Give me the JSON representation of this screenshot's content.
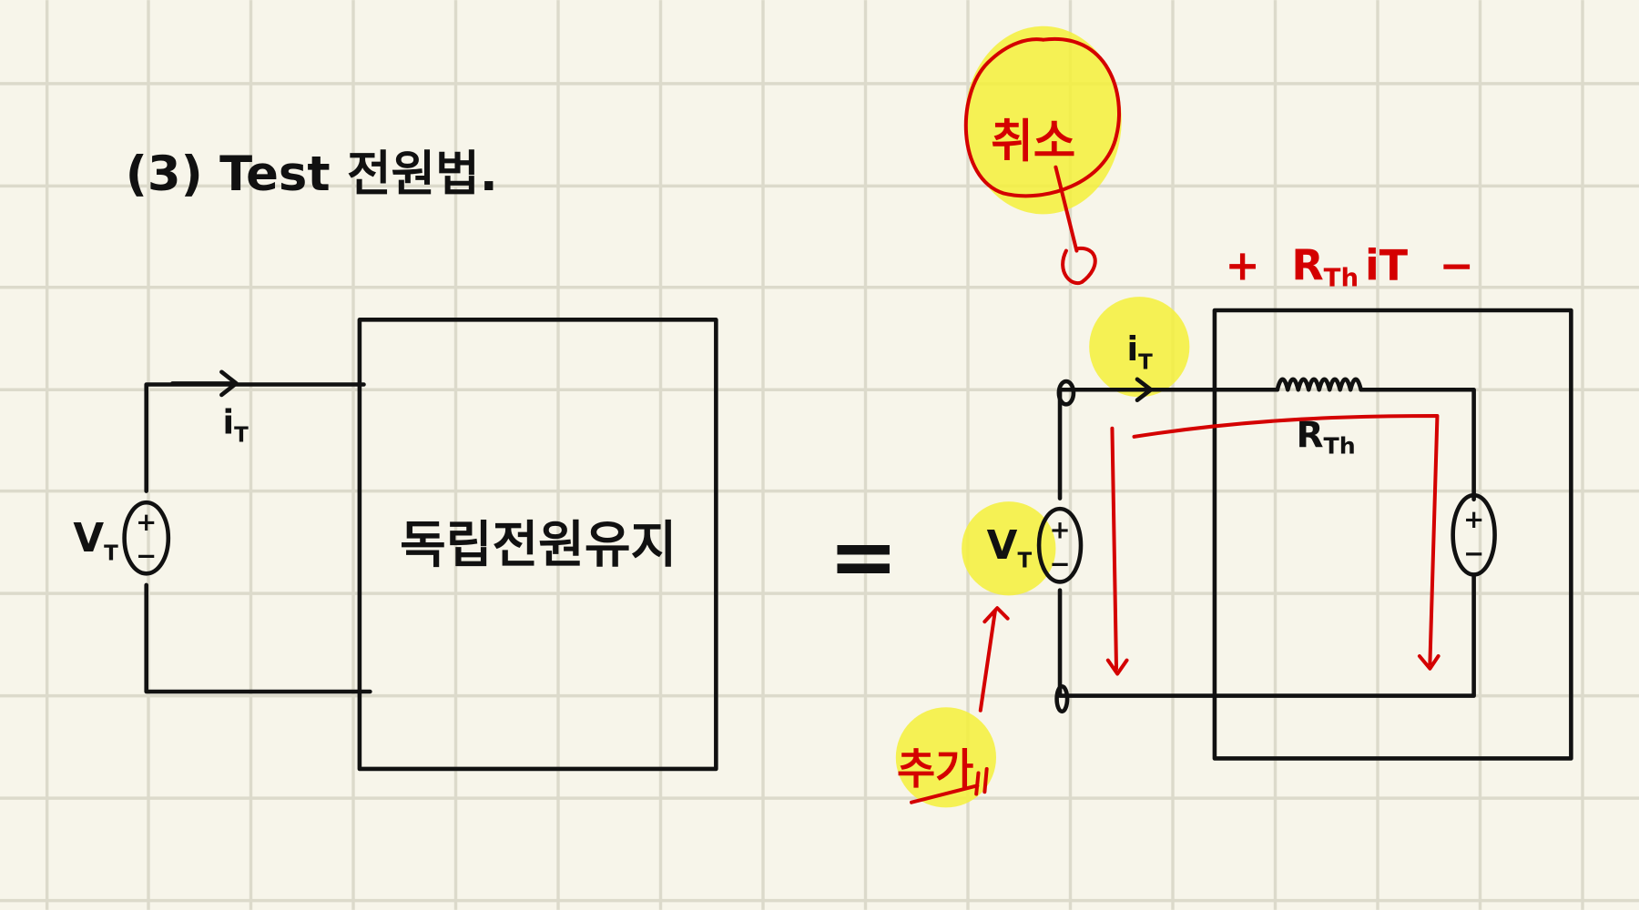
{
  "title": "(3) Test 전원법.",
  "left_circuit": {
    "source_label": "V",
    "source_sub": "T",
    "current_label": "i",
    "current_sub": "T",
    "box_label": "독립전원유지",
    "plus": "+",
    "minus": "−"
  },
  "equals": "=",
  "right_circuit": {
    "source_label": "V",
    "source_sub": "T",
    "current_label": "i",
    "current_sub": "T",
    "resistor_label": "R",
    "resistor_sub": "Th",
    "voltage_drop": {
      "plus": "+",
      "label": "R",
      "sub": "Th",
      "tail": "iT",
      "minus": "−"
    },
    "plus": "+",
    "minus": "−"
  },
  "annotations": {
    "remove": "취소",
    "add": "추가"
  },
  "colors": {
    "ink": "#111111",
    "red": "#d40000",
    "highlight": "#f4f03a",
    "paper": "#f7f5ea",
    "grid": "#dcdacb"
  }
}
